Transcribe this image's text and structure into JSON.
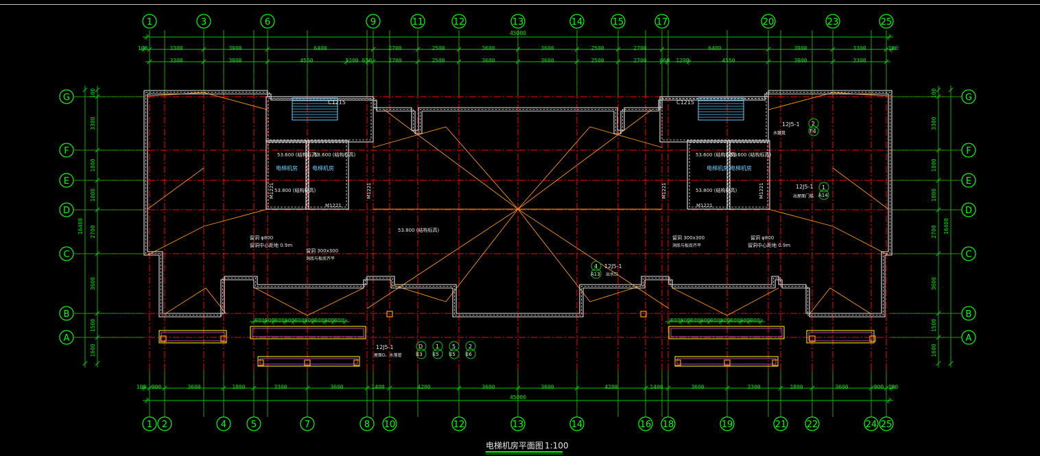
{
  "drawing": {
    "title": "电梯机房平面图",
    "scale": "1:100",
    "colors": {
      "background": "#000000",
      "grid_line": "#ff0000",
      "dimension": "#00c800",
      "axis_label": "#00ff00",
      "wall": "#e6e6e6",
      "roof_slope": "#ff9900",
      "text_white": "#e6e6e6",
      "text_yellow": "#ffff00",
      "text_cyan": "#66ccff"
    },
    "top_axes": [
      "1",
      "3",
      "6",
      "9",
      "11",
      "12",
      "13",
      "14",
      "15",
      "17",
      "20",
      "23",
      "25"
    ],
    "bottom_axes": [
      "1",
      "2",
      "4",
      "5",
      "7",
      "8",
      "10",
      "12",
      "13",
      "14",
      "16",
      "18",
      "19",
      "21",
      "22",
      "24",
      "25"
    ],
    "row_axes": [
      "G",
      "F",
      "E",
      "D",
      "C",
      "B",
      "A"
    ],
    "top_total": "45000",
    "bottom_total": "45000",
    "top_dims_1": [
      "100",
      "3300",
      "3900",
      "6400",
      "2700",
      "2500",
      "3600",
      "3600",
      "2500",
      "2700",
      "6400",
      "3900",
      "3300",
      "100"
    ],
    "top_dims_2": [
      "3300",
      "3900",
      "4550",
      "1200",
      "650",
      "2700",
      "2500",
      "3600",
      "3600",
      "2500",
      "2700",
      "650",
      "1200",
      "4550",
      "3900",
      "3300"
    ],
    "bottom_dims": [
      "100",
      "900",
      "3600",
      "1800",
      "3300",
      "3600",
      "1400",
      "4200",
      "3600",
      "3600",
      "4200",
      "1400",
      "3600",
      "3300",
      "1800",
      "3600",
      "900",
      "100"
    ],
    "side_dims": [
      "100",
      "3300",
      "1800",
      "1800",
      "2700",
      "3600",
      "1500",
      "1600"
    ],
    "side_total": "16400",
    "window_dims": [
      "900",
      "600",
      "900",
      "600",
      "900",
      "600",
      "900",
      "600",
      "900"
    ],
    "labels": {
      "c1215_l": "C1215",
      "c1215_r": "C1215",
      "elev_l_1": "53.600 (结构标高)",
      "elev_l_2": "53.600 (结构标高)",
      "elev_l_3": "53.800 (结构标高)",
      "elev_center": "53.800 (结构标高)",
      "elev_r_1": "53.600 (结构标高)",
      "elev_r_2": "53.600 (结构标高)",
      "elev_r_3": "53.800 (结构标高)",
      "room_l_1": "电梯机房",
      "room_l_2": "电梯机房",
      "room_r_1": "电梯机房",
      "room_r_2": "电梯机房",
      "m1221_a": "M1221",
      "m1221_b": "M1221",
      "m1221_c": "M1221",
      "m1221_d": "M1221",
      "m1221_e": "M1221",
      "m1221_f": "M1221",
      "note_l_hole": "留洞 φ800",
      "note_l_hole2": "留洞中心距地 0.9m",
      "note_l_hole3": "留洞 300x300",
      "note_l_hole4": "洞底与板底齐平",
      "note_r_hole": "留洞 300x300",
      "note_r_hole2": "洞底与板底齐平",
      "note_r_hole3": "留洞 φ800",
      "note_r_hole4": "留洞中心距地 0.9m",
      "ref_r_water": "12J5-1",
      "ref_r_water_num": "2",
      "ref_r_water_sheet": "F4",
      "ref_r_water_note": "水簸箕",
      "ref_r_door": "12J5-1",
      "ref_r_door_num": "1",
      "ref_r_door_sheet": "A14",
      "ref_r_door_note": "出屋面门槛",
      "ref_center": "12J5-1",
      "ref_center_num": "4",
      "ref_center_sheet": "A13",
      "ref_center_note": "出水口",
      "ref_bottom": "12J5-1",
      "ref_bottom_note": "屋面D、水落管",
      "ref_b1_num": "D",
      "ref_b1_sheet": "E3",
      "ref_b2_num": "1",
      "ref_b2_sheet": "E5",
      "ref_b3_num": "5",
      "ref_b3_sheet": "E5",
      "ref_b4_num": "2",
      "ref_b4_sheet": "E6"
    }
  }
}
